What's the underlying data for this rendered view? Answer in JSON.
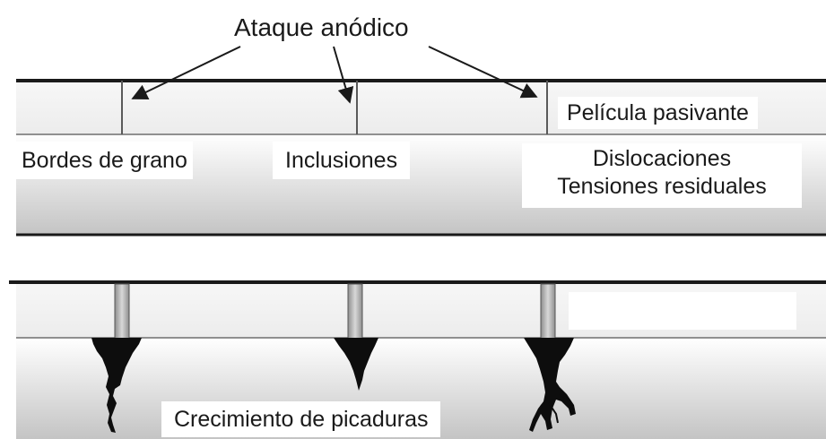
{
  "diagram": {
    "title": "Ataque anódico",
    "passive_film": "Película pasivante",
    "sites": {
      "grain_boundaries": "Bordes de grano",
      "inclusions": "Inclusiones",
      "dislocations_line1": "Dislocaciones",
      "dislocations_line2": "Tensiones residuales"
    },
    "pit_growth": "Crecimiento de picaduras"
  },
  "colors": {
    "line": "#1a1a1a",
    "metal_gradient_top": "#ffffff",
    "metal_gradient_bottom": "#c4c4c4",
    "film": "#f2f2f2",
    "stem": "#a8a8a8",
    "pit": "#0d0d0d"
  }
}
